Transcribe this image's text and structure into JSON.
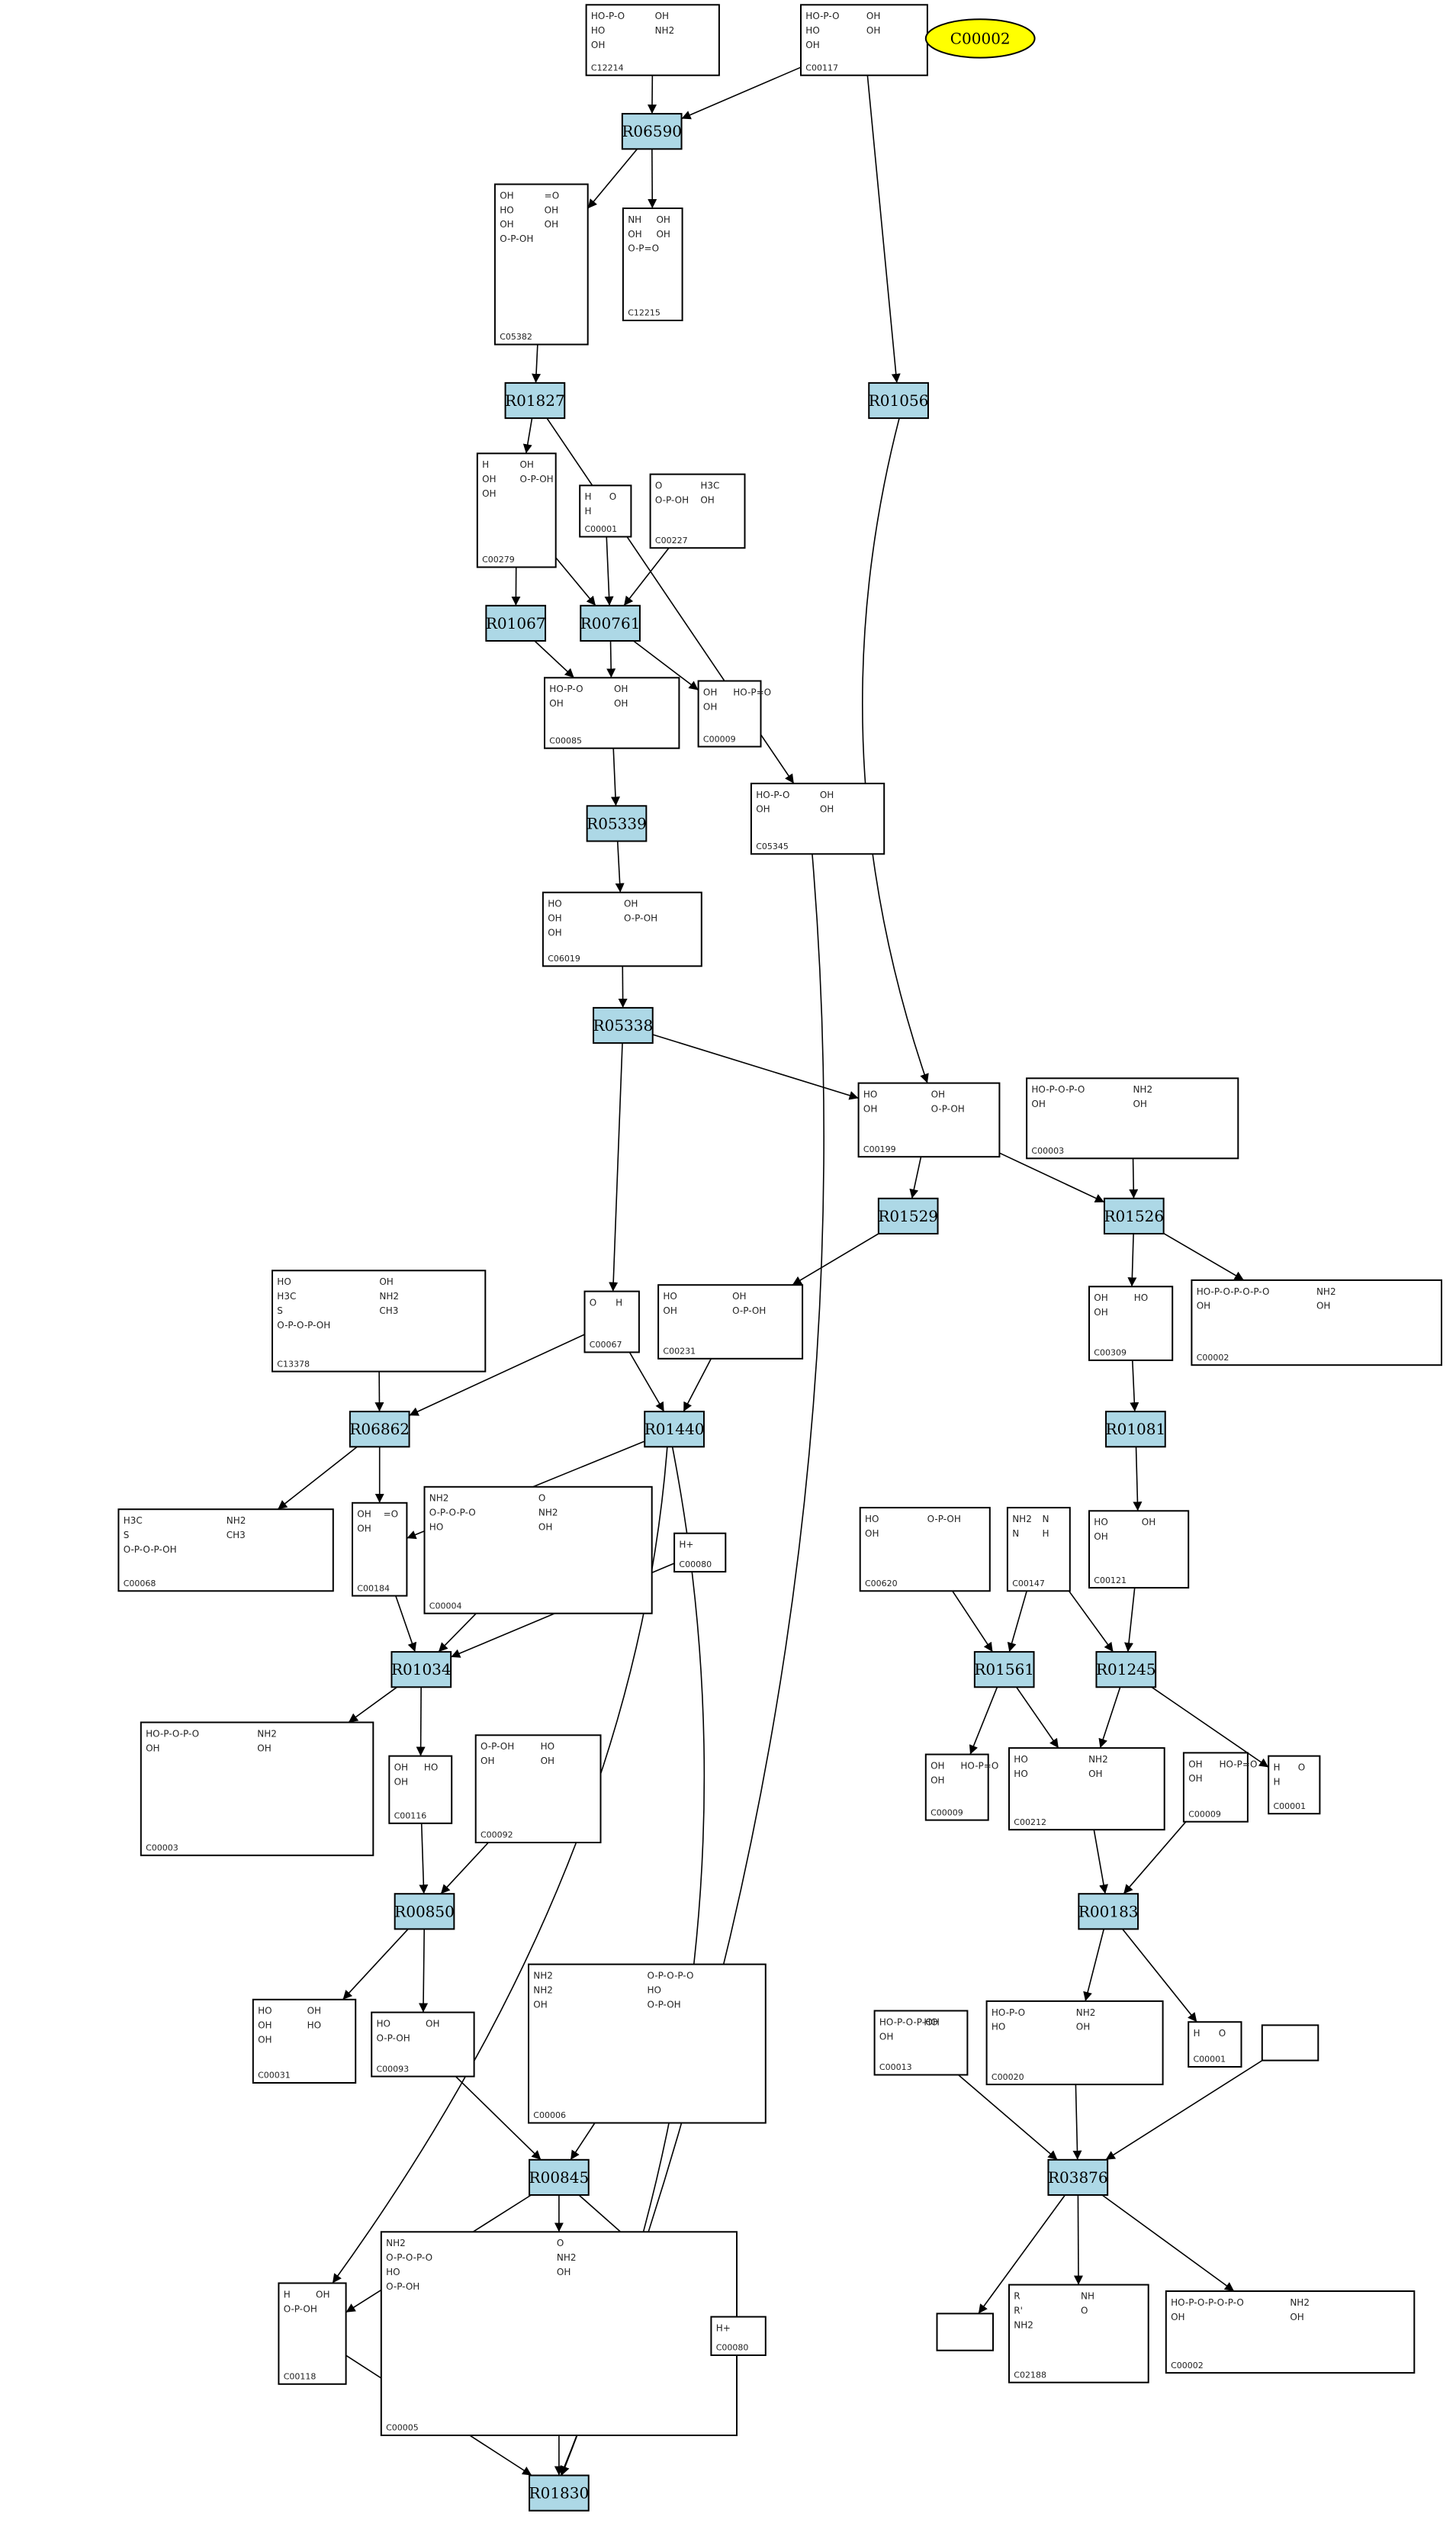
{
  "highlight": {
    "label": "C00002",
    "color": "#ffff00"
  },
  "reaction_color": "#add8e6",
  "reactions": [
    {
      "id": "R06590"
    },
    {
      "id": "R01827"
    },
    {
      "id": "R01056"
    },
    {
      "id": "R01067"
    },
    {
      "id": "R00761"
    },
    {
      "id": "R05339"
    },
    {
      "id": "R05338"
    },
    {
      "id": "R01529"
    },
    {
      "id": "R01526"
    },
    {
      "id": "R06862"
    },
    {
      "id": "R01440"
    },
    {
      "id": "R01081"
    },
    {
      "id": "R01034"
    },
    {
      "id": "R01561"
    },
    {
      "id": "R01245"
    },
    {
      "id": "R00850"
    },
    {
      "id": "R00183"
    },
    {
      "id": "R00845"
    },
    {
      "id": "R03876"
    },
    {
      "id": "R01830"
    }
  ],
  "compounds": [
    {
      "id": "C12214",
      "mol": [
        "HO-P-O",
        "OH",
        "HO",
        "NH2",
        "OH"
      ]
    },
    {
      "id": "C00117",
      "mol": [
        "HO-P-O",
        "OH",
        "HO",
        "OH",
        "OH"
      ]
    },
    {
      "id": "C05382",
      "mol": [
        "OH",
        "=O",
        "HO",
        "OH",
        "OH",
        "OH",
        "O-P-OH"
      ]
    },
    {
      "id": "C12215",
      "mol": [
        "NH",
        "OH",
        "OH",
        "OH",
        "O-P=O"
      ]
    },
    {
      "id": "C00279",
      "mol": [
        "H",
        "OH",
        "OH",
        "O-P-OH",
        "OH"
      ]
    },
    {
      "id": "C00001",
      "mol": [
        "H",
        "O",
        "H"
      ]
    },
    {
      "id": "C00227",
      "mol": [
        "O",
        "H3C",
        "O-P-OH",
        "OH"
      ]
    },
    {
      "id": "C00085",
      "mol": [
        "HO-P-O",
        "OH",
        "OH",
        "OH"
      ]
    },
    {
      "id": "C00009",
      "mol": [
        "OH",
        "HO-P=O",
        "OH"
      ]
    },
    {
      "id": "C05345",
      "mol": [
        "HO-P-O",
        "OH",
        "OH",
        "OH"
      ]
    },
    {
      "id": "C06019",
      "mol": [
        "HO",
        "OH",
        "OH",
        "O-P-OH",
        "OH"
      ]
    },
    {
      "id": "C00199",
      "mol": [
        "HO",
        "OH",
        "OH",
        "O-P-OH"
      ]
    },
    {
      "id": "C00003",
      "mol": [
        "HO-P-O-P-O",
        "NH2",
        "OH",
        "OH"
      ]
    },
    {
      "id": "C13378",
      "mol": [
        "HO",
        "OH",
        "H3C",
        "NH2",
        "S",
        "CH3",
        "O-P-O-P-OH"
      ]
    },
    {
      "id": "C00067",
      "mol": [
        "O",
        "H"
      ]
    },
    {
      "id": "C00231",
      "mol": [
        "HO",
        "OH",
        "OH",
        "O-P-OH"
      ]
    },
    {
      "id": "C00309",
      "mol": [
        "OH",
        "HO",
        "OH"
      ]
    },
    {
      "id": "C00002",
      "mol": [
        "HO-P-O-P-O-P-O",
        "NH2",
        "OH",
        "OH"
      ]
    },
    {
      "id": "C00068",
      "mol": [
        "H3C",
        "NH2",
        "S",
        "CH3",
        "O-P-O-P-OH"
      ]
    },
    {
      "id": "C00184",
      "mol": [
        "OH",
        "=O",
        "OH"
      ]
    },
    {
      "id": "C00004",
      "mol": [
        "NH2",
        "O",
        "O-P-O-P-O",
        "NH2",
        "HO",
        "OH"
      ]
    },
    {
      "id": "C00080",
      "mol": [
        "H+"
      ]
    },
    {
      "id": "C00620",
      "mol": [
        "HO",
        "O-P-OH",
        "OH"
      ]
    },
    {
      "id": "C00147",
      "mol": [
        "NH2",
        "N",
        "N",
        "H"
      ]
    },
    {
      "id": "C00121",
      "mol": [
        "HO",
        "OH",
        "OH"
      ]
    },
    {
      "id": "C00116",
      "mol": [
        "OH",
        "HO",
        "OH"
      ]
    },
    {
      "id": "C00092",
      "mol": [
        "O-P-OH",
        "HO",
        "OH",
        "OH"
      ]
    },
    {
      "id": "C00212",
      "mol": [
        "HO",
        "NH2",
        "HO",
        "OH"
      ]
    },
    {
      "id": "C00031",
      "mol": [
        "HO",
        "OH",
        "OH",
        "HO",
        "OH"
      ]
    },
    {
      "id": "C00093",
      "mol": [
        "HO",
        "OH",
        "O-P-OH"
      ]
    },
    {
      "id": "C00006",
      "mol": [
        "NH2",
        "O-P-O-P-O",
        "NH2",
        "HO",
        "OH",
        "O-P-OH"
      ]
    },
    {
      "id": "C00020",
      "mol": [
        "HO-P-O",
        "NH2",
        "HO",
        "OH"
      ]
    },
    {
      "id": "C00013",
      "mol": [
        "HO-P-O-P-OH",
        "HO",
        "OH"
      ]
    },
    {
      "id": "C00118",
      "mol": [
        "H",
        "OH",
        "O-P-OH"
      ]
    },
    {
      "id": "C00005",
      "mol": [
        "NH2",
        "O",
        "O-P-O-P-O",
        "NH2",
        "HO",
        "OH",
        "O-P-OH"
      ]
    },
    {
      "id": "C02188",
      "mol": [
        "R",
        "NH",
        "R'",
        "O",
        "NH2"
      ]
    }
  ],
  "unlabeled_boxes": [
    {
      "key": "blank1"
    },
    {
      "key": "blank2"
    }
  ]
}
